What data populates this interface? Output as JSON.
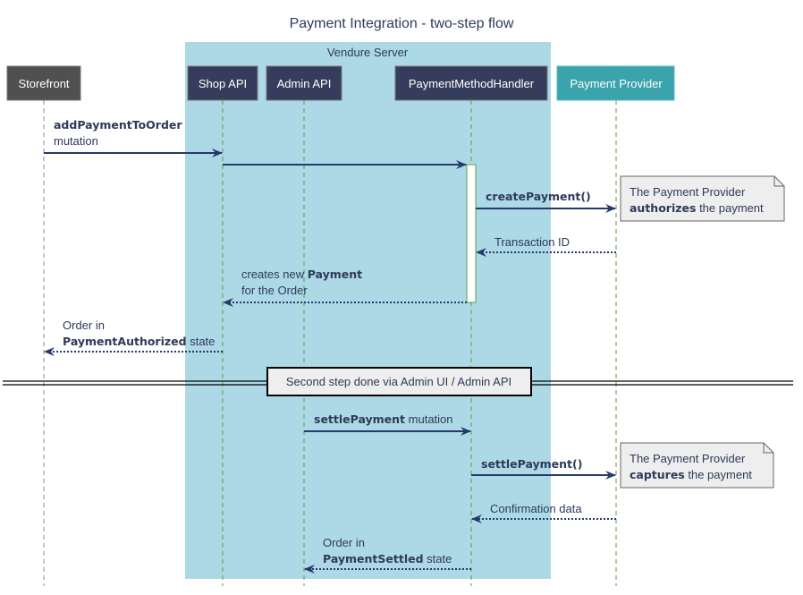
{
  "title": "Payment Integration - two-step flow",
  "box": {
    "label": "Vendure Server",
    "color": "#add8e6"
  },
  "participants": [
    {
      "name": "Storefront",
      "color": "#505050"
    },
    {
      "name": "Shop API",
      "color": "#363d5c"
    },
    {
      "name": "Admin API",
      "color": "#363d5c"
    },
    {
      "name": "PaymentMethodHandler",
      "color": "#363d5c"
    },
    {
      "name": "Payment Provider",
      "color": "#3aa3ac"
    }
  ],
  "messages": [
    {
      "from": "Storefront",
      "to": "Shop API",
      "style": "solid",
      "bold": "addPaymentToOrder",
      "text": "mutation"
    },
    {
      "from": "Shop API",
      "to": "PaymentMethodHandler",
      "style": "solid"
    },
    {
      "from": "PaymentMethodHandler",
      "to": "Payment Provider",
      "style": "solid",
      "bold": "createPayment()"
    },
    {
      "from": "Payment Provider",
      "to": "PaymentMethodHandler",
      "style": "dotted",
      "text": "Transaction ID"
    },
    {
      "from": "PaymentMethodHandler",
      "to": "Shop API",
      "style": "dotted",
      "text1": "creates new ",
      "bold": "Payment",
      "text2": "for the Order"
    },
    {
      "from": "Shop API",
      "to": "Storefront",
      "style": "dotted",
      "text1": "Order in",
      "bold": "PaymentAuthorized",
      "text2": " state"
    },
    {
      "from": "Admin API",
      "to": "PaymentMethodHandler",
      "style": "solid",
      "bold": "settlePayment",
      "text": " mutation"
    },
    {
      "from": "PaymentMethodHandler",
      "to": "Payment Provider",
      "style": "solid",
      "bold": "settlePayment()"
    },
    {
      "from": "Payment Provider",
      "to": "PaymentMethodHandler",
      "style": "dotted",
      "text": "Confirmation data"
    },
    {
      "from": "PaymentMethodHandler",
      "to": "Admin API",
      "style": "dotted",
      "text1": "Order in",
      "bold": "PaymentSettled",
      "text2": " state"
    }
  ],
  "notes": [
    {
      "line1": "The Payment Provider",
      "bold": "authorizes",
      "rest": " the payment"
    },
    {
      "line1": "The Payment Provider",
      "bold": "captures",
      "rest": " the payment"
    }
  ],
  "divider": "Second step done via Admin UI / Admin API"
}
